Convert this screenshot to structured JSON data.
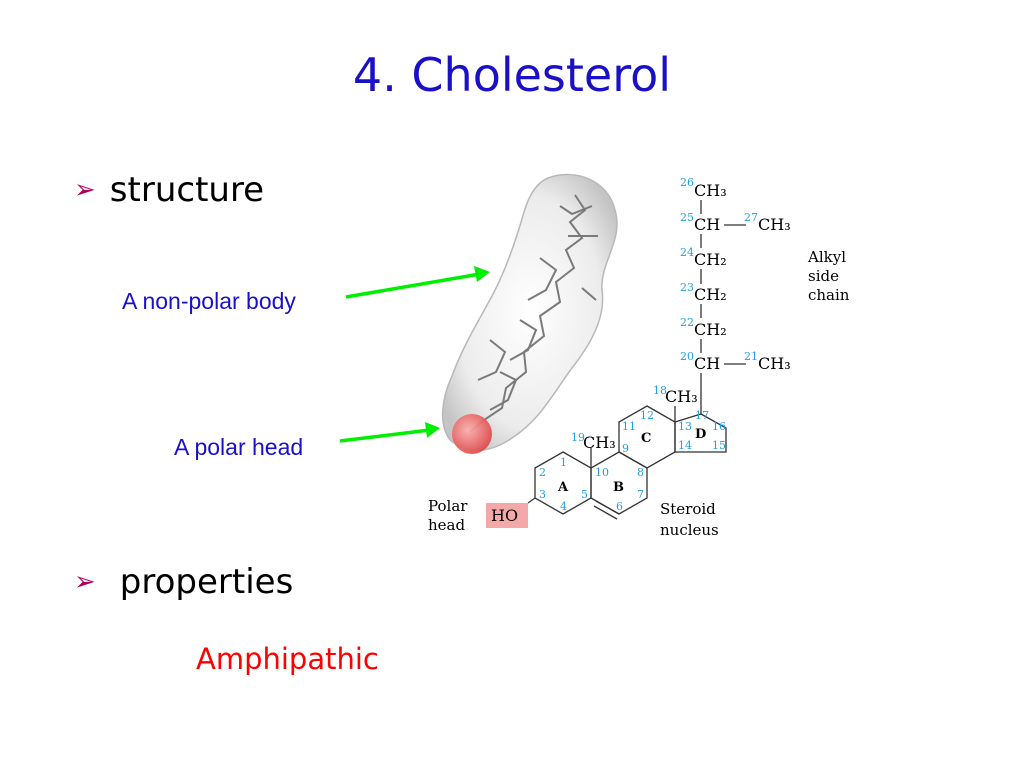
{
  "slide": {
    "title": "4. Cholesterol",
    "bullets": [
      {
        "label": "structure"
      },
      {
        "label": "properties"
      }
    ],
    "callouts": {
      "non_polar": "A non-polar body",
      "polar": "A polar head"
    },
    "property_value": "Amphipathic"
  },
  "diagram": {
    "groups": {
      "c26": "CH₃",
      "c25": "CH",
      "c27": "CH₃",
      "c24": "CH₂",
      "c23": "CH₂",
      "c22": "CH₂",
      "c20": "CH",
      "c21": "CH₃",
      "c18": "CH₃",
      "c19": "CH₃",
      "ho": "HO"
    },
    "numbers": {
      "n1": "1",
      "n2": "2",
      "n3": "3",
      "n4": "4",
      "n5": "5",
      "n6": "6",
      "n7": "7",
      "n8": "8",
      "n9": "9",
      "n10": "10",
      "n11": "11",
      "n12": "12",
      "n13": "13",
      "n14": "14",
      "n15": "15",
      "n16": "16",
      "n17": "17",
      "n18": "18",
      "n19": "19",
      "n20": "20",
      "n21": "21",
      "n22": "22",
      "n23": "23",
      "n24": "24",
      "n25": "25",
      "n26": "26",
      "n27": "27"
    },
    "rings": {
      "a": "A",
      "b": "B",
      "c": "C",
      "d": "D"
    },
    "labels": {
      "alkyl": [
        "Alkyl",
        "side",
        "chain"
      ],
      "polar_head": [
        "Polar",
        "head"
      ],
      "steroid": [
        "Steroid",
        "nucleus"
      ]
    },
    "colors": {
      "arrow": "#00ee00",
      "polar_highlight": "#f4a8a8",
      "head_sphere": "#f06060"
    }
  }
}
